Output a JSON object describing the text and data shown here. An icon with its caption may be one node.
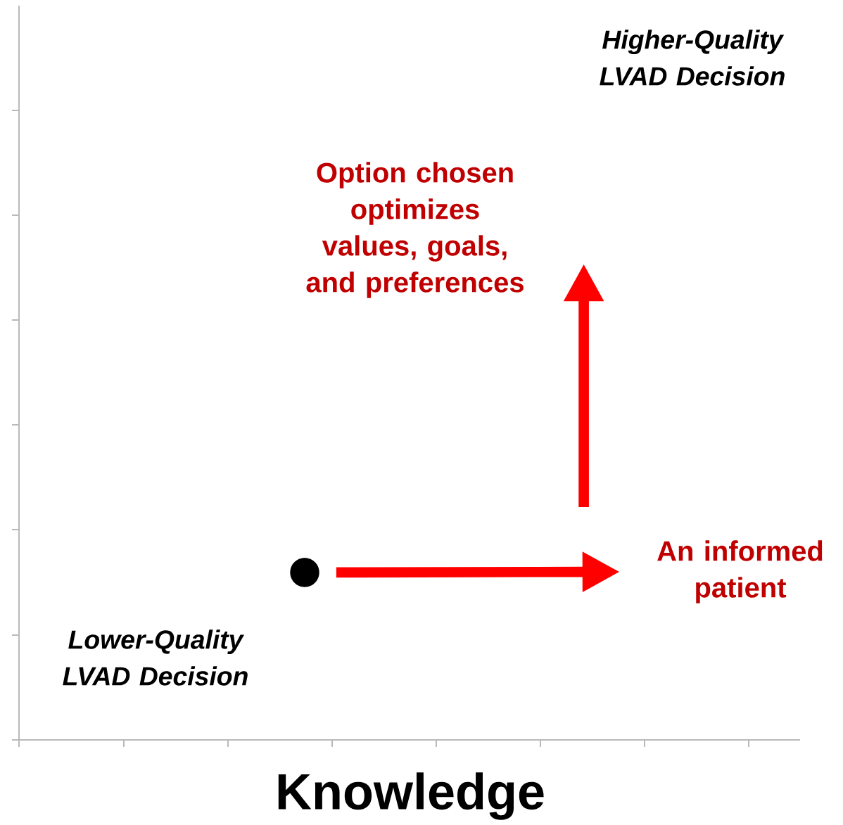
{
  "diagram": {
    "nodes": [
      {
        "text": [],
        "shape": "circle"
      },
      {
        "text": [
          "An informed patient"
        ]
      },
      {
        "text": [
          "Option chosen optimizes values, goals, and preferences"
        ]
      }
    ],
    "edges": [
      {
        "from": 0,
        "to": 1,
        "arrow": "to"
      },
      {
        "from": null,
        "to": 2,
        "arrow": "to"
      }
    ],
    "labels": [
      "Higher-Quality LVAD Decision",
      "Lower-Quality LVAD Decision",
      "Knowledge"
    ]
  }
}
